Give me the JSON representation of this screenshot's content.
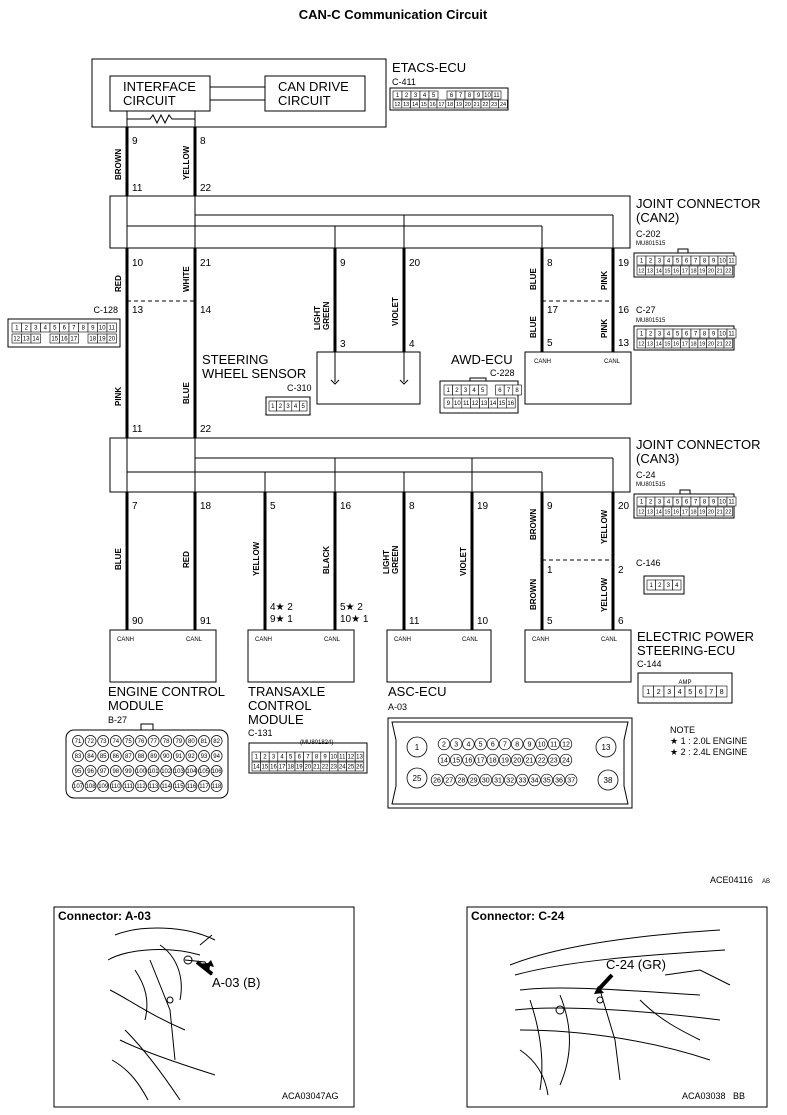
{
  "title": "CAN-C Communication Circuit",
  "etacs": {
    "name": "ETACS-ECU",
    "conn": "C-411",
    "interface": [
      "INTERFACE",
      "CIRCUIT"
    ],
    "can_drive": [
      "CAN DRIVE",
      "CIRCUIT"
    ]
  },
  "jc2": {
    "name": [
      "JOINT CONNECTOR",
      "(CAN2)"
    ],
    "conn": "C-202",
    "part": "MU801515"
  },
  "jc3": {
    "name": [
      "JOINT CONNECTOR",
      "(CAN3)"
    ],
    "conn": "C-24",
    "part": "MU801515"
  },
  "c128": "C-128",
  "c27": "C-27",
  "c27_part": "MU801515",
  "c146": "C-146",
  "steering": {
    "name": [
      "STEERING",
      "WHEEL SENSOR"
    ],
    "conn": "C-310"
  },
  "awd": {
    "name": "AWD-ECU",
    "conn": "C-228"
  },
  "engine": {
    "name": [
      "ENGINE CONTROL",
      "MODULE"
    ],
    "conn": "B-27"
  },
  "tcm": {
    "name": [
      "TRANSAXLE",
      "CONTROL",
      "MODULE"
    ],
    "conn": "C-131",
    "part": "(MU801824)"
  },
  "asc": {
    "name": "ASC-ECU",
    "conn": "A-03"
  },
  "eps": {
    "name": [
      "ELECTRIC POWER",
      "STEERING-ECU"
    ],
    "conn": "C-144",
    "amp": "AMP"
  },
  "canh": "CANH",
  "canl": "CANL",
  "note": {
    "title": "NOTE",
    "l1": "★ 1 : 2.0L ENGINE",
    "l2": "★ 2 : 2.4L ENGINE"
  },
  "wires": {
    "brown": "BROWN",
    "yellow": "YELLOW",
    "red": "RED",
    "white": "WHITE",
    "light": "LIGHT",
    "green": "GREEN",
    "violet": "VIOLET",
    "blue": "BLUE",
    "pink": "PINK",
    "black": "BLACK"
  },
  "pins": {
    "et_9": "9",
    "et_8": "8",
    "jc2_11": "11",
    "jc2_22": "22",
    "jc2_10": "10",
    "jc2_21": "21",
    "jc2_9": "9",
    "jc2_20": "20",
    "jc2_8": "8",
    "jc2_19": "19",
    "c128_13": "13",
    "c128_14": "14",
    "c27_17": "17",
    "c27_16": "16",
    "sw_3": "3",
    "sw_4": "4",
    "awd_5": "5",
    "awd_13": "13",
    "jc3_11": "11",
    "jc3_22": "22",
    "jc3_7": "7",
    "jc3_18": "18",
    "jc3_5": "5",
    "jc3_16": "16",
    "jc3_8": "8",
    "jc3_19": "19",
    "jc3_9": "9",
    "jc3_20": "20",
    "c146_1": "1",
    "c146_2": "2",
    "ecm_90": "90",
    "ecm_91": "91",
    "tcm_a": "4★ 2",
    "tcm_b": "9★ 1",
    "tcm_c": "5★ 2",
    "tcm_d": "10★ 1",
    "asc_11": "11",
    "asc_10": "10",
    "eps_5": "5",
    "eps_6": "6"
  },
  "codes": {
    "main": "ACE04116",
    "main_suffix": "AB",
    "a03": "ACA03047AG",
    "c24": "ACA03038",
    "c24_suffix": "BB"
  },
  "locator": {
    "a03_title": "Connector: A-03",
    "a03_label": "A-03 (B)",
    "c24_title": "Connector: C-24",
    "c24_label": "C-24 (GR)"
  },
  "connector_pins": {
    "c411_top": [
      "1",
      "2",
      "3",
      "4",
      "5",
      "",
      "6",
      "7",
      "8",
      "9",
      "10",
      "11"
    ],
    "c411_bot": [
      "12",
      "13",
      "14",
      "15",
      "16",
      "17",
      "18",
      "19",
      "20",
      "21",
      "22",
      "23",
      "24"
    ],
    "jc_top": [
      "1",
      "2",
      "3",
      "4",
      "5",
      "6",
      "7",
      "8",
      "9",
      "10",
      "11"
    ],
    "jc_bot": [
      "12",
      "13",
      "14",
      "15",
      "16",
      "17",
      "18",
      "19",
      "20",
      "21",
      "22"
    ],
    "c128_top": [
      "1",
      "2",
      "3",
      "4",
      "5",
      "6",
      "7",
      "8",
      "9",
      "10",
      "11"
    ],
    "c128_bot": [
      "12",
      "13",
      "14",
      "",
      "15",
      "16",
      "17",
      "",
      "18",
      "19",
      "20"
    ],
    "c310": [
      "1",
      "2",
      "3",
      "4",
      "5"
    ],
    "c228_top": [
      "1",
      "2",
      "3",
      "4",
      "5",
      "",
      "6",
      "7",
      "8"
    ],
    "c228_bot": [
      "9",
      "10",
      "11",
      "12",
      "13",
      "14",
      "15",
      "16"
    ],
    "c146": [
      "1",
      "2",
      "3",
      "4"
    ],
    "c144": [
      "1",
      "2",
      "3",
      "4",
      "5",
      "6",
      "7",
      "8"
    ],
    "c131_top": [
      "1",
      "2",
      "3",
      "4",
      "5",
      "6",
      "7",
      "8",
      "9",
      "10",
      "11",
      "12",
      "13"
    ],
    "c131_bot": [
      "14",
      "15",
      "16",
      "17",
      "18",
      "19",
      "20",
      "21",
      "22",
      "23",
      "24",
      "25",
      "26"
    ],
    "b27_r1": [
      "71",
      "72",
      "73",
      "74",
      "75",
      "76",
      "77",
      "78",
      "79",
      "80",
      "81",
      "82"
    ],
    "b27_r2": [
      "83",
      "84",
      "85",
      "86",
      "87",
      "88",
      "89",
      "90",
      "91",
      "92",
      "93",
      "94"
    ],
    "b27_r3": [
      "95",
      "96",
      "97",
      "98",
      "99",
      "100",
      "101",
      "102",
      "103",
      "104",
      "105",
      "106"
    ],
    "b27_r4": [
      "107",
      "108",
      "109",
      "110",
      "111",
      "112",
      "113",
      "114",
      "115",
      "116",
      "117",
      "118"
    ],
    "a03_r1": [
      "2",
      "3",
      "4",
      "5",
      "6",
      "7",
      "8",
      "9",
      "10",
      "11",
      "12"
    ],
    "a03_r2": [
      "14",
      "15",
      "16",
      "17",
      "18",
      "19",
      "20",
      "21",
      "22",
      "23",
      "24"
    ],
    "a03_r3": [
      "26",
      "27",
      "28",
      "29",
      "30",
      "31",
      "32",
      "33",
      "34",
      "35",
      "36",
      "37"
    ],
    "a03_big": [
      "1",
      "13",
      "25",
      "38"
    ]
  }
}
